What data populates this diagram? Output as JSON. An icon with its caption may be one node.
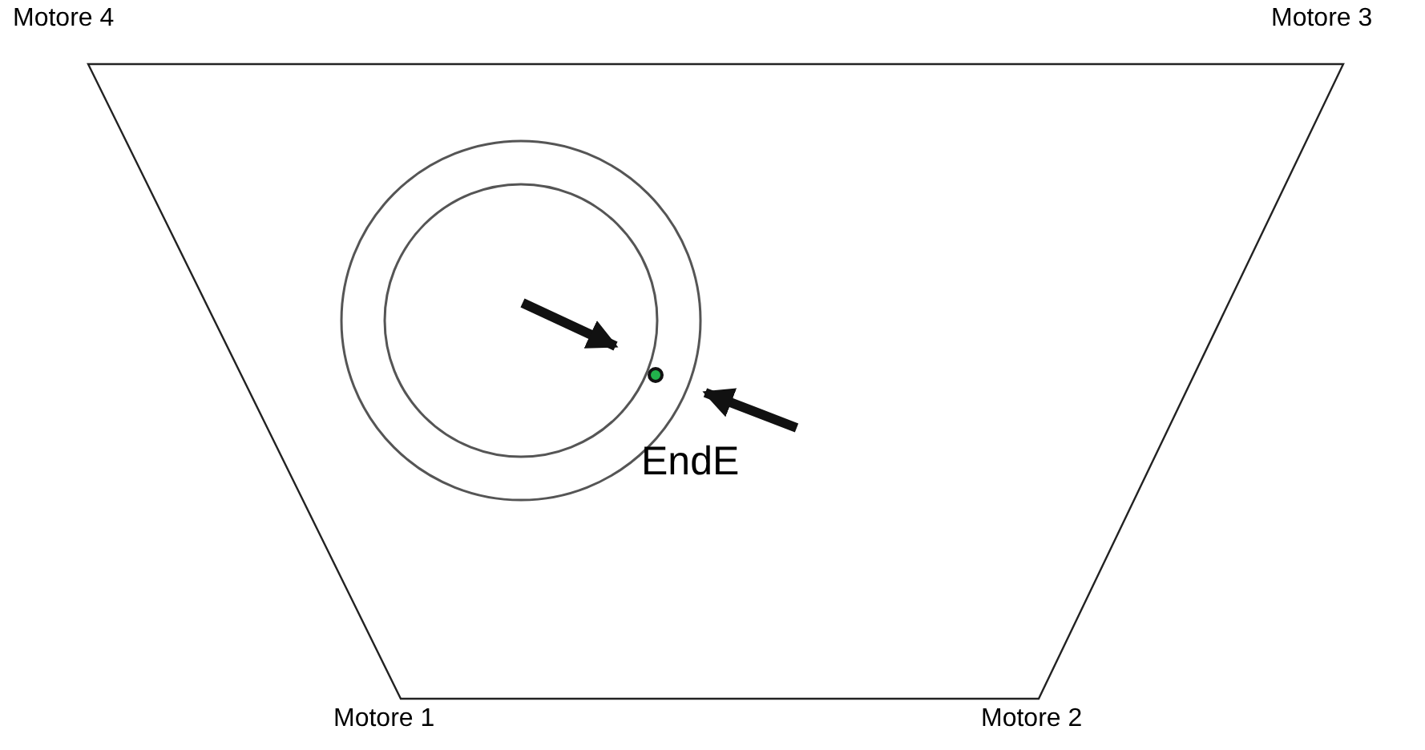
{
  "diagram": {
    "nodes": [
      {
        "text": [],
        "shape": "circle",
        "beside": [
          "EndE"
        ]
      }
    ],
    "labels": [
      "Motore 4",
      "Motore 3",
      "Motore 1",
      "Motore 2"
    ]
  }
}
